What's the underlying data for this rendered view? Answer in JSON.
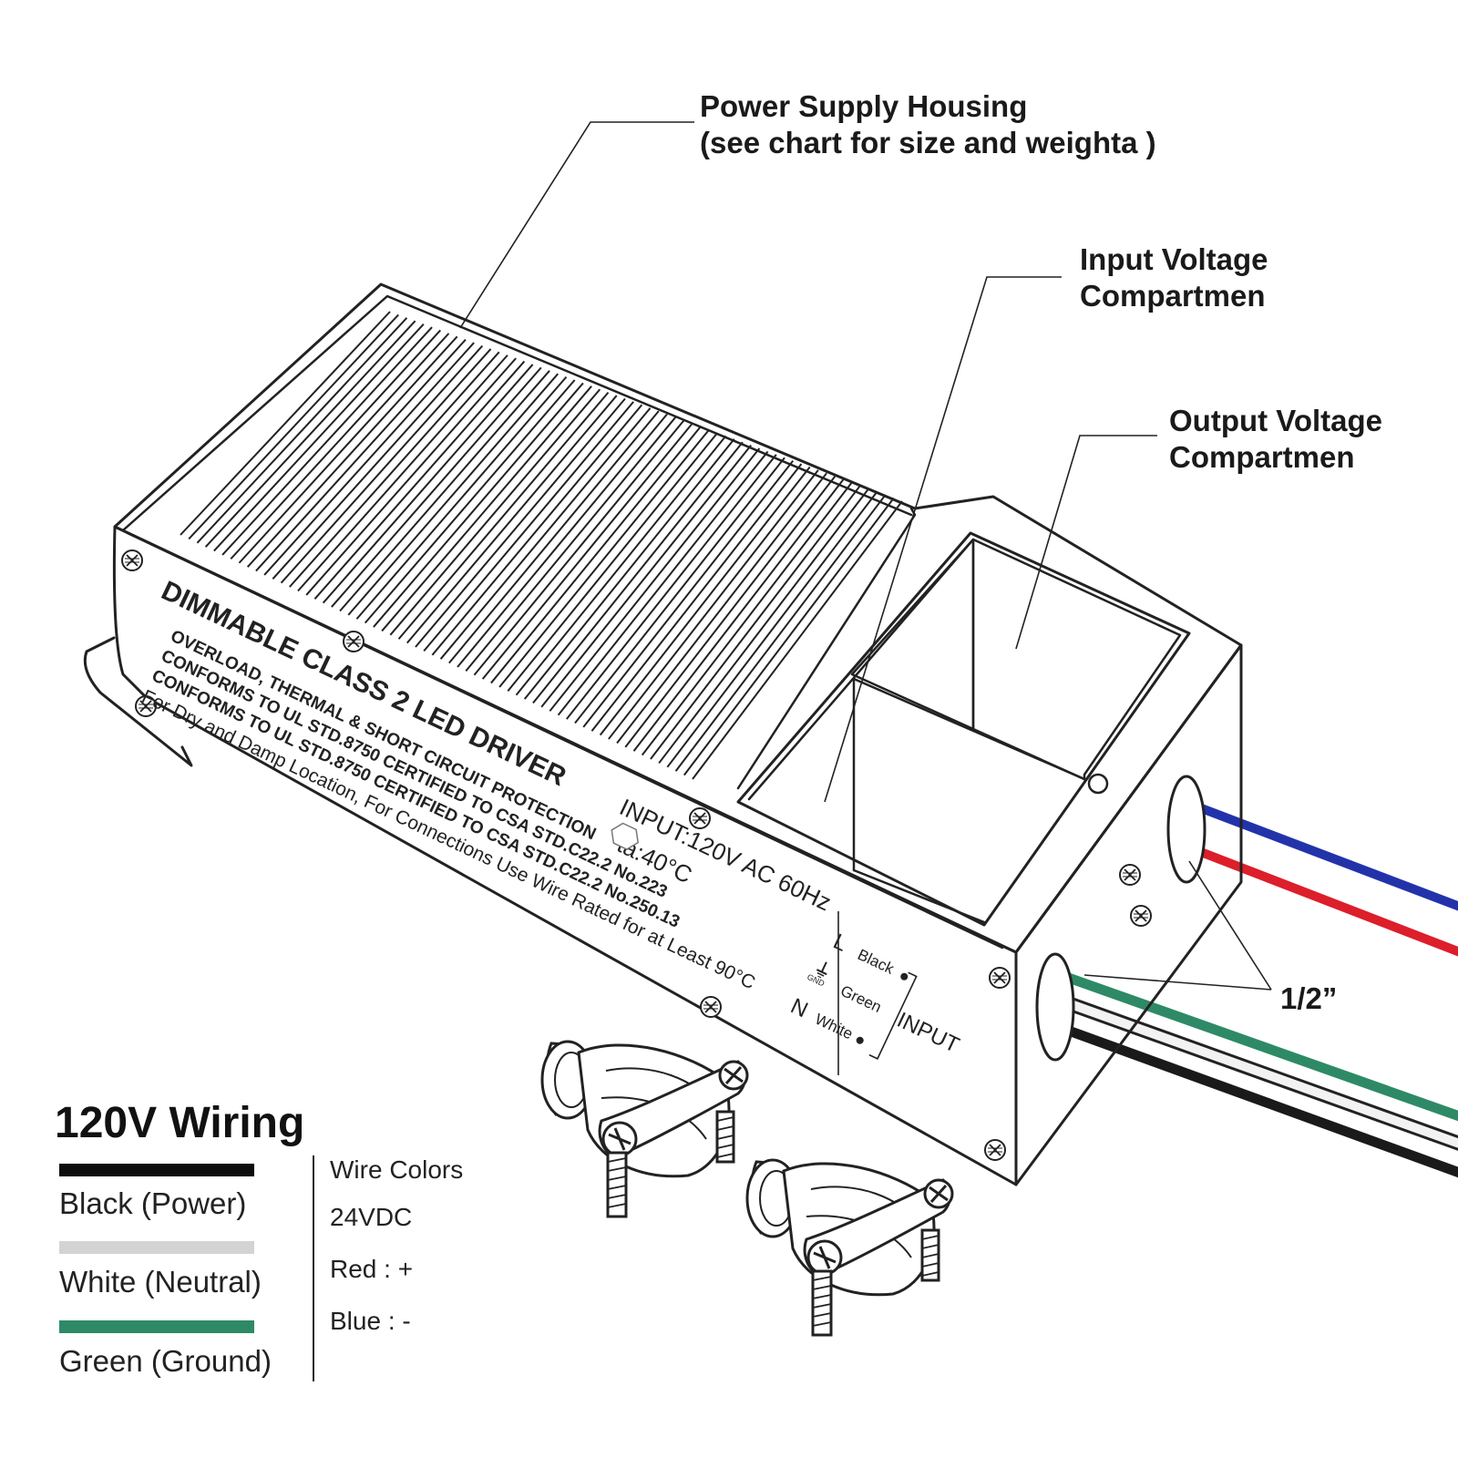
{
  "callouts": {
    "housing_line1": "Power Supply Housing",
    "housing_line2": "(see chart for size and weighta )",
    "input_line1": "Input Voltage",
    "input_line2": "Compartmen",
    "output_line1": "Output Voltage",
    "output_line2": "Compartmen",
    "conduit_size": "1/2”"
  },
  "label": {
    "line1": "DIMMABLE CLASS 2 LED DRIVER",
    "line2": "OVERLOAD, THERMAL & SHORT CIRCUIT PROTECTION",
    "line3": "CONFORMS TO UL STD.8750 CERTIFIED TO CSA STD.C22.2 No.223",
    "line4": "CONFORMS TO UL STD.8750 CERTIFIED TO CSA STD.C22.2 No.250.13",
    "line5": "For Dry and Damp Location, For Connections Use Wire Rated for at Least 90°C",
    "input_rating": "INPUT:120V AC 60Hz",
    "ambient": "ta:40°C"
  },
  "terminal": {
    "l_letter": "L",
    "l_color": "Black",
    "gnd_letter": "GND",
    "gnd_color": "Green",
    "n_letter": "N",
    "n_color": "White",
    "title": "INPUT"
  },
  "legend": {
    "title": "120V Wiring",
    "items": [
      {
        "label": "Black (Power)",
        "color": "#0d0d0d"
      },
      {
        "label": "White (Neutral)",
        "color": "#d3d3d3"
      },
      {
        "label": "Green (Ground)",
        "color": "#2e8a66"
      }
    ],
    "right_lines": [
      "Wire Colors",
      "24VDC",
      "Red : +",
      "Blue : -"
    ]
  },
  "wire_colors": {
    "blue": "#2233aa",
    "red": "#dd1e2b",
    "green": "#2e8a66",
    "white": "#f2f2f2",
    "black": "#1a1a1a"
  },
  "icons": [
    "screw-head-icon",
    "cable-clamp-connector-icon",
    "ground-symbol-icon"
  ]
}
